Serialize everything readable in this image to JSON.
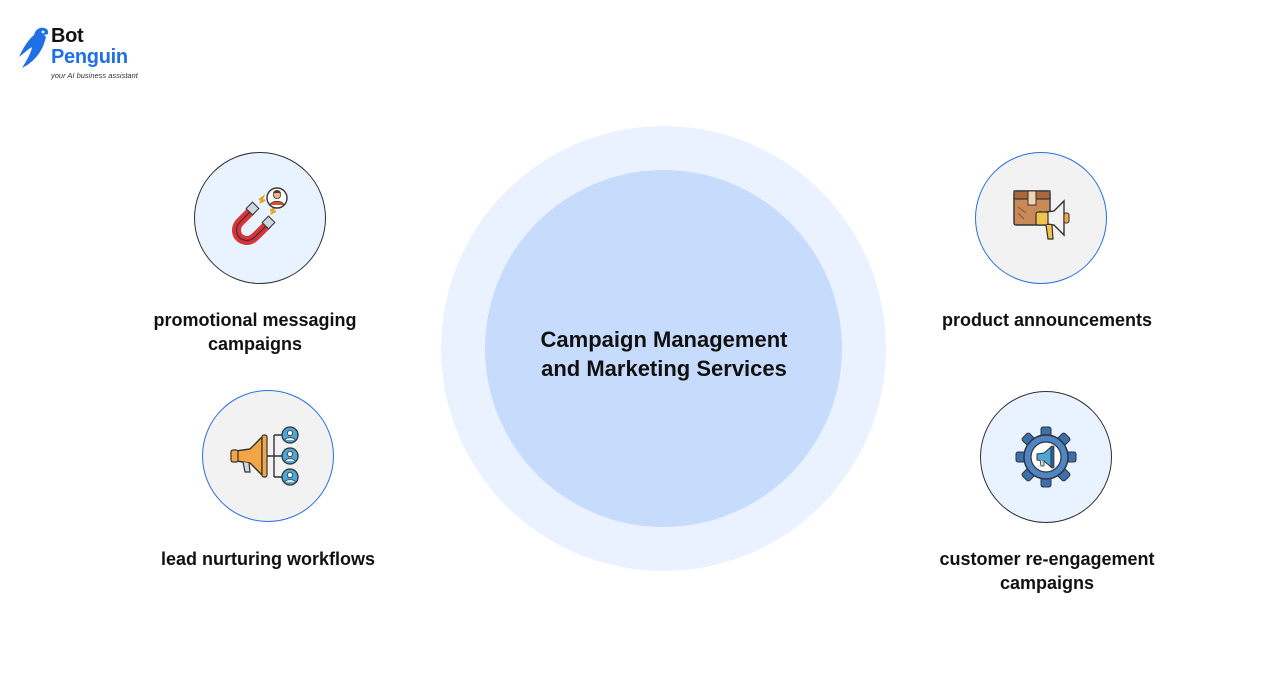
{
  "brand": {
    "name_line1": "Bot",
    "name_line2": "Penguin",
    "tagline": "your AI business assistant",
    "accent": "#1f6fe5"
  },
  "center": {
    "title_line1": "Campaign Management",
    "title_line2": "and Marketing Services"
  },
  "items": [
    {
      "label_line1": "promotional messaging",
      "label_line2": "campaigns",
      "icon": "magnet-attracting-user-icon"
    },
    {
      "label_line1": "lead nurturing workflows",
      "label_line2": "",
      "icon": "megaphone-to-users-icon"
    },
    {
      "label_line1": "product announcements",
      "label_line2": "",
      "icon": "package-megaphone-icon"
    },
    {
      "label_line1": "customer re-engagement",
      "label_line2": "campaigns",
      "icon": "gear-megaphone-icon"
    }
  ],
  "colors": {
    "halo": "#eaf2ff",
    "core": "#c7dbfc",
    "node_blue_fill": "#e9f2ff",
    "node_grey_fill": "#f2f2f2",
    "node_blue_border": "#2a6ee0"
  }
}
